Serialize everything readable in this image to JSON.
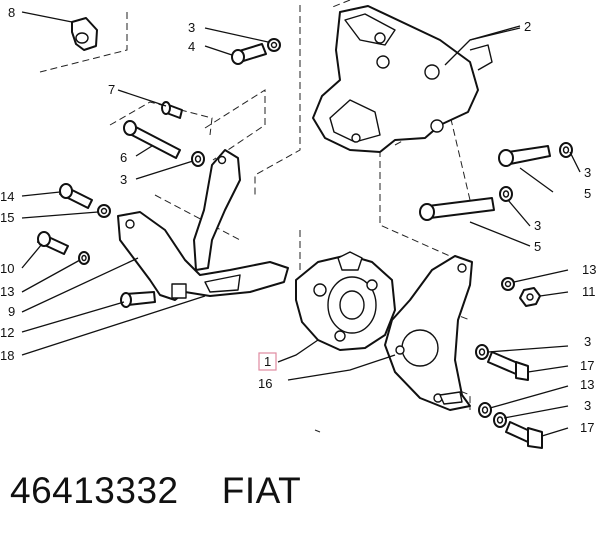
{
  "caption": {
    "part_number": "46413332",
    "brand": "FIAT"
  },
  "callouts": {
    "c1": "1",
    "c2": "2",
    "c3a": "3",
    "c3b": "3",
    "c3c": "3",
    "c3d": "3",
    "c3e": "3",
    "c3f": "3",
    "c4": "4",
    "c5a": "5",
    "c5b": "5",
    "c6": "6",
    "c7": "7",
    "c8": "8",
    "c9": "9",
    "c10": "10",
    "c11": "11",
    "c12": "12",
    "c13a": "13",
    "c13b": "13",
    "c13c": "13",
    "c14": "14",
    "c15": "15",
    "c16": "16",
    "c17a": "17",
    "c17b": "17",
    "c18": "18"
  },
  "highlighted_callout": "1"
}
